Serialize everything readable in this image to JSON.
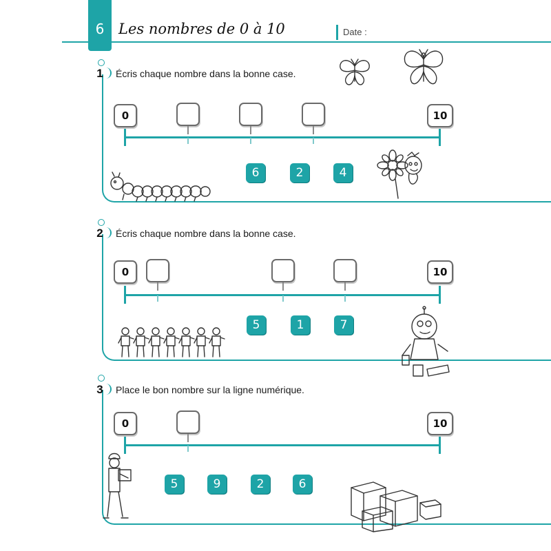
{
  "header": {
    "page_number": "6",
    "title": "Les nombres de 0 à 10",
    "date_label": "Date :"
  },
  "exercises": [
    {
      "number": "1",
      "instruction": "Écris chaque nombre dans la bonne case.",
      "line_start": "0",
      "line_end": "10",
      "empty_boxes": 3,
      "tiles": [
        "6",
        "2",
        "4"
      ],
      "illustrations": [
        "butterfly-icon",
        "butterfly-icon",
        "caterpillar-icon",
        "flower-character-icon"
      ]
    },
    {
      "number": "2",
      "instruction": "Écris chaque nombre dans la bonne case.",
      "line_start": "0",
      "line_end": "10",
      "empty_boxes": 3,
      "tiles": [
        "5",
        "1",
        "7"
      ],
      "illustrations": [
        "paper-dolls-icon",
        "robot-icon"
      ]
    },
    {
      "number": "3",
      "instruction": "Place le bon nombre sur la ligne numérique.",
      "line_start": "0",
      "line_end": "10",
      "empty_boxes": 1,
      "tiles": [
        "5",
        "9",
        "2",
        "6"
      ],
      "illustrations": [
        "delivery-man-icon",
        "boxes-icon"
      ]
    }
  ],
  "colors": {
    "accent": "#1ea4a7",
    "box_border": "#6a6a6a"
  }
}
